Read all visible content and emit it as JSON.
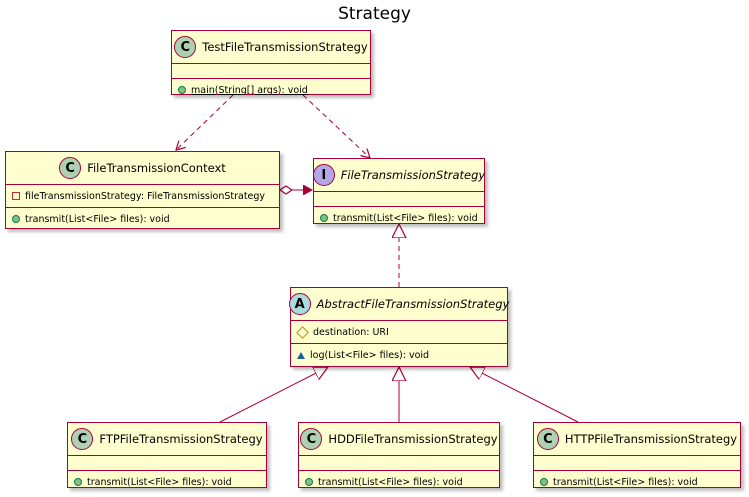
{
  "title": "Strategy",
  "classes": {
    "test": {
      "name": "TestFileTransmissionStrategy",
      "stereotype": "C",
      "attributes": [],
      "methods": [
        "main(String[] args): void"
      ]
    },
    "context": {
      "name": "FileTransmissionContext",
      "stereotype": "C",
      "attributes": [
        "fileTransmissionStrategy: FileTransmissionStrategy"
      ],
      "methods": [
        "transmit(List<File> files): void"
      ]
    },
    "iface": {
      "name": "FileTransmissionStrategy",
      "stereotype": "I",
      "attributes": [],
      "methods": [
        "transmit(List<File> files): void"
      ]
    },
    "abstract": {
      "name": "AbstractFileTransmissionStrategy",
      "stereotype": "A",
      "attributes": [
        "destination: URI"
      ],
      "methods": [
        "log(List<File> files): void"
      ]
    },
    "ftp": {
      "name": "FTPFileTransmissionStrategy",
      "stereotype": "C",
      "attributes": [],
      "methods": [
        "transmit(List<File> files): void"
      ]
    },
    "hdd": {
      "name": "HDDFileTransmissionStrategy",
      "stereotype": "C",
      "attributes": [],
      "methods": [
        "transmit(List<File> files): void"
      ]
    },
    "http": {
      "name": "HTTPFileTransmissionStrategy",
      "stereotype": "C",
      "attributes": [],
      "methods": [
        "transmit(List<File> files): void"
      ]
    }
  },
  "colors": {
    "class_fill": "#FEFECE",
    "border": "#A80036",
    "class_badge": "#ADD1B2",
    "interface_badge": "#B4A7E5",
    "abstract_badge": "#A9DCDF"
  }
}
